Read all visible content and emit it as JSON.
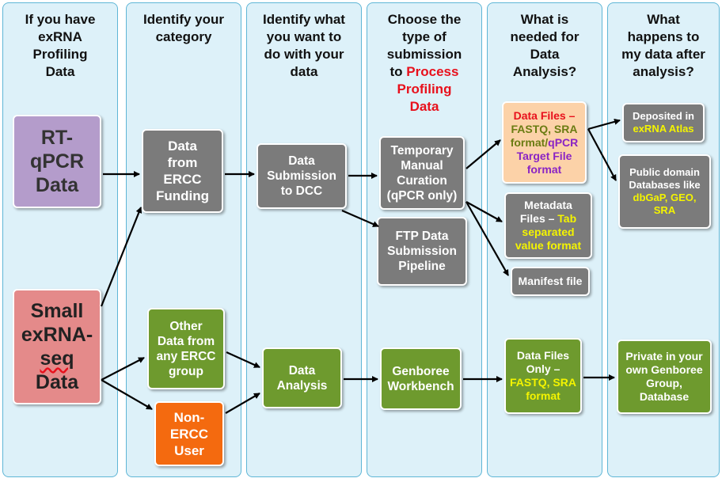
{
  "columns": [
    {
      "title": [
        "If you have",
        "exRNA",
        "Profiling",
        "Data"
      ]
    },
    {
      "title": [
        "Identify your",
        "category"
      ]
    },
    {
      "title": [
        "Identify what",
        "you want to",
        "do with your",
        "data"
      ]
    },
    {
      "title": [
        "Choose the",
        "type of",
        "submission",
        "to "
      ],
      "title_red": [
        "Process",
        "Profiling",
        "Data"
      ]
    },
    {
      "title": [
        "What is",
        "needed for",
        "Data",
        "Analysis?"
      ]
    },
    {
      "title": [
        "What",
        "happens to",
        "my data after",
        "analysis?"
      ]
    }
  ],
  "boxes": {
    "rt_qpcr": [
      "RT-",
      "qPCR",
      "Data"
    ],
    "small_exrna": [
      "Small",
      "exRNA-",
      "seq",
      "Data"
    ],
    "ercc_funding": [
      "Data",
      "from",
      "ERCC",
      "Funding"
    ],
    "other_data": [
      "Other",
      "Data from",
      "any ERCC",
      "group"
    ],
    "non_ercc": [
      "Non-",
      "ERCC",
      "User"
    ],
    "data_submission": [
      "Data",
      "Submission",
      "to DCC"
    ],
    "data_analysis": [
      "Data",
      "Analysis"
    ],
    "temporary_curation": [
      "Temporary",
      "Manual",
      "Curation",
      "(qPCR only)"
    ],
    "ftp_pipeline": [
      "FTP Data",
      "Submission",
      "Pipeline"
    ],
    "genboree_workbench": [
      "Genboree",
      "Workbench"
    ],
    "data_files_qpcr": {
      "l1": "Data Files –",
      "l2": "FASTQ, SRA",
      "l3a": "format/",
      "l3b": "qPCR",
      "l4": "Target File",
      "l5": "format"
    },
    "metadata_files": {
      "l1": "Metadata",
      "l2a": "Files – ",
      "l2b": "Tab",
      "l3": "separated",
      "l4": "value format"
    },
    "manifest": "Manifest file",
    "data_files_only": {
      "l1": "Data Files",
      "l2": "Only –",
      "l3": "FASTQ, SRA",
      "l4": "format"
    },
    "deposited": {
      "l1": "Deposited in",
      "l2": "exRNA Atlas"
    },
    "public_domain": {
      "l1": "Public domain",
      "l2": "Databases like",
      "l3": "dbGaP, GEO,",
      "l4": "SRA"
    },
    "private_genboree": [
      "Private in your",
      "own Genboree",
      "Group,",
      "Database"
    ]
  },
  "colors": {
    "column_bg": "#ddf1f9",
    "column_border": "#5fb6d6",
    "gray": "#7b7b7b",
    "green": "#6e9a2e",
    "orange": "#f46a0f",
    "purple": "#b49ccb",
    "salmon": "#e48a8a",
    "peach": "#fcd2a8",
    "red_text": "#e8101c",
    "yellow_text": "#f4f400"
  }
}
